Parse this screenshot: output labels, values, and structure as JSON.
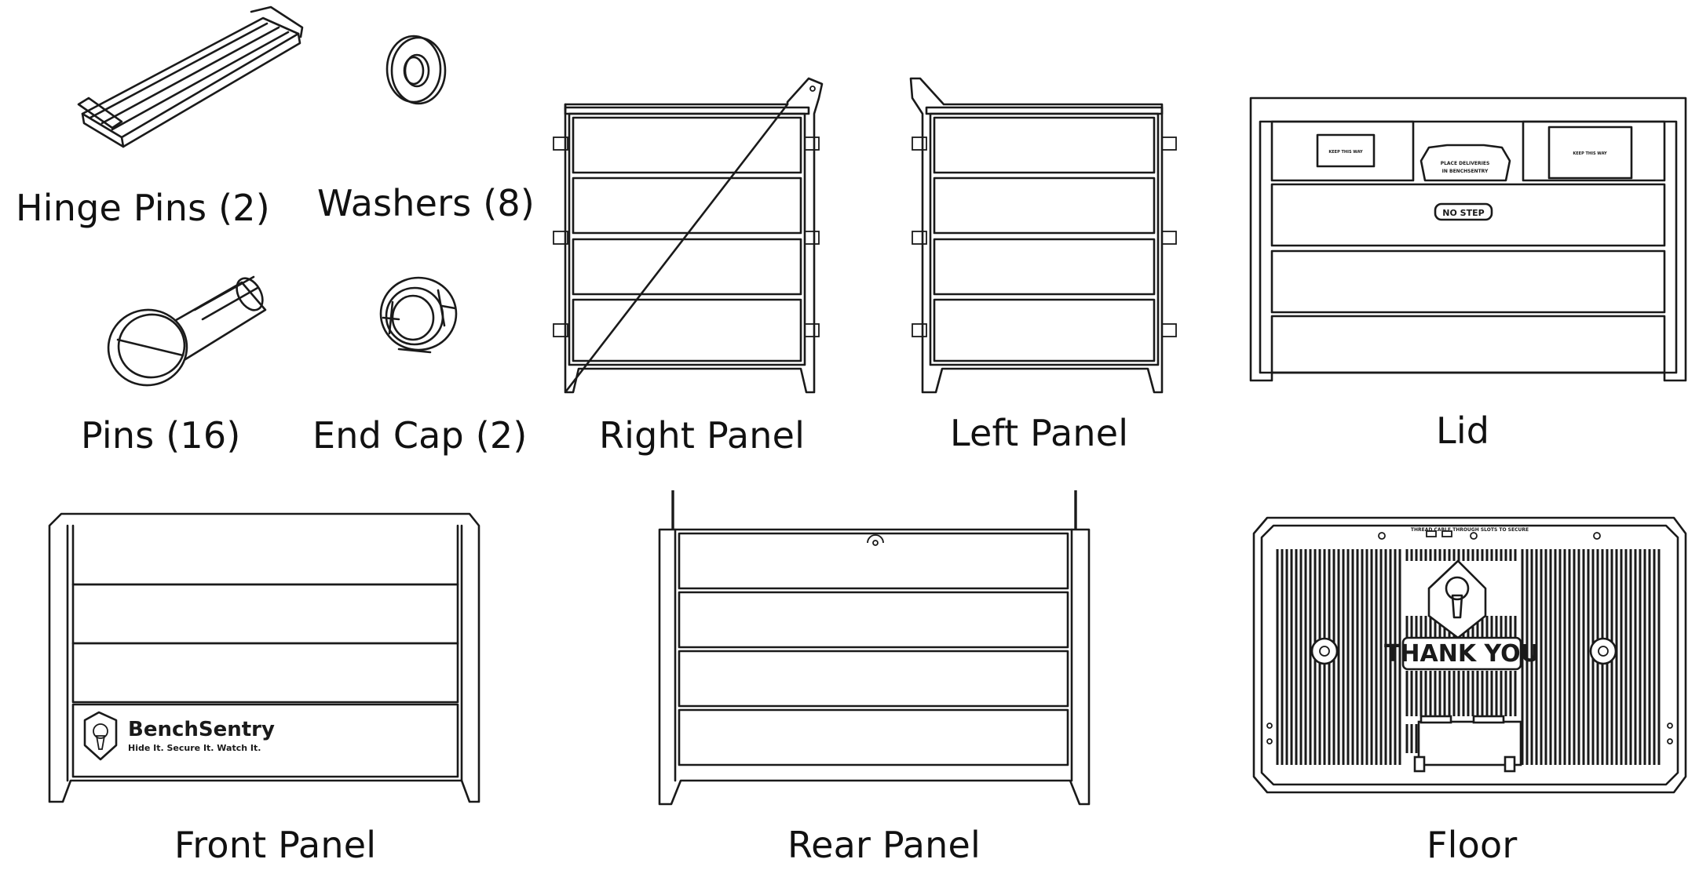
{
  "parts": [
    {
      "id": "hinge-pins",
      "label": "Hinge Pins (2)"
    },
    {
      "id": "washers",
      "label": "Washers (8)"
    },
    {
      "id": "pins",
      "label": "Pins (16)"
    },
    {
      "id": "end-cap",
      "label": "End Cap (2)"
    },
    {
      "id": "right-panel",
      "label": "Right Panel"
    },
    {
      "id": "left-panel",
      "label": "Left Panel"
    },
    {
      "id": "lid",
      "label": "Lid"
    },
    {
      "id": "front-panel",
      "label": "Front Panel"
    },
    {
      "id": "rear-panel",
      "label": "Rear Panel"
    },
    {
      "id": "floor",
      "label": "Floor"
    }
  ],
  "lid_text": {
    "plate_left": "KEEP THIS WAY",
    "plate_right": "KEEP THIS WAY",
    "notice_line1": "PLACE DELIVERIES",
    "notice_line2": "IN BENCHSENTRY",
    "no_step": "NO STEP"
  },
  "front_logo": {
    "brand": "BenchSentry",
    "tagline": "Hide It. Secure It. Watch It."
  },
  "floor_text": {
    "top_strip": "THREAD CABLE THROUGH SLOTS TO SECURE",
    "thank_you": "THANK YOU"
  }
}
